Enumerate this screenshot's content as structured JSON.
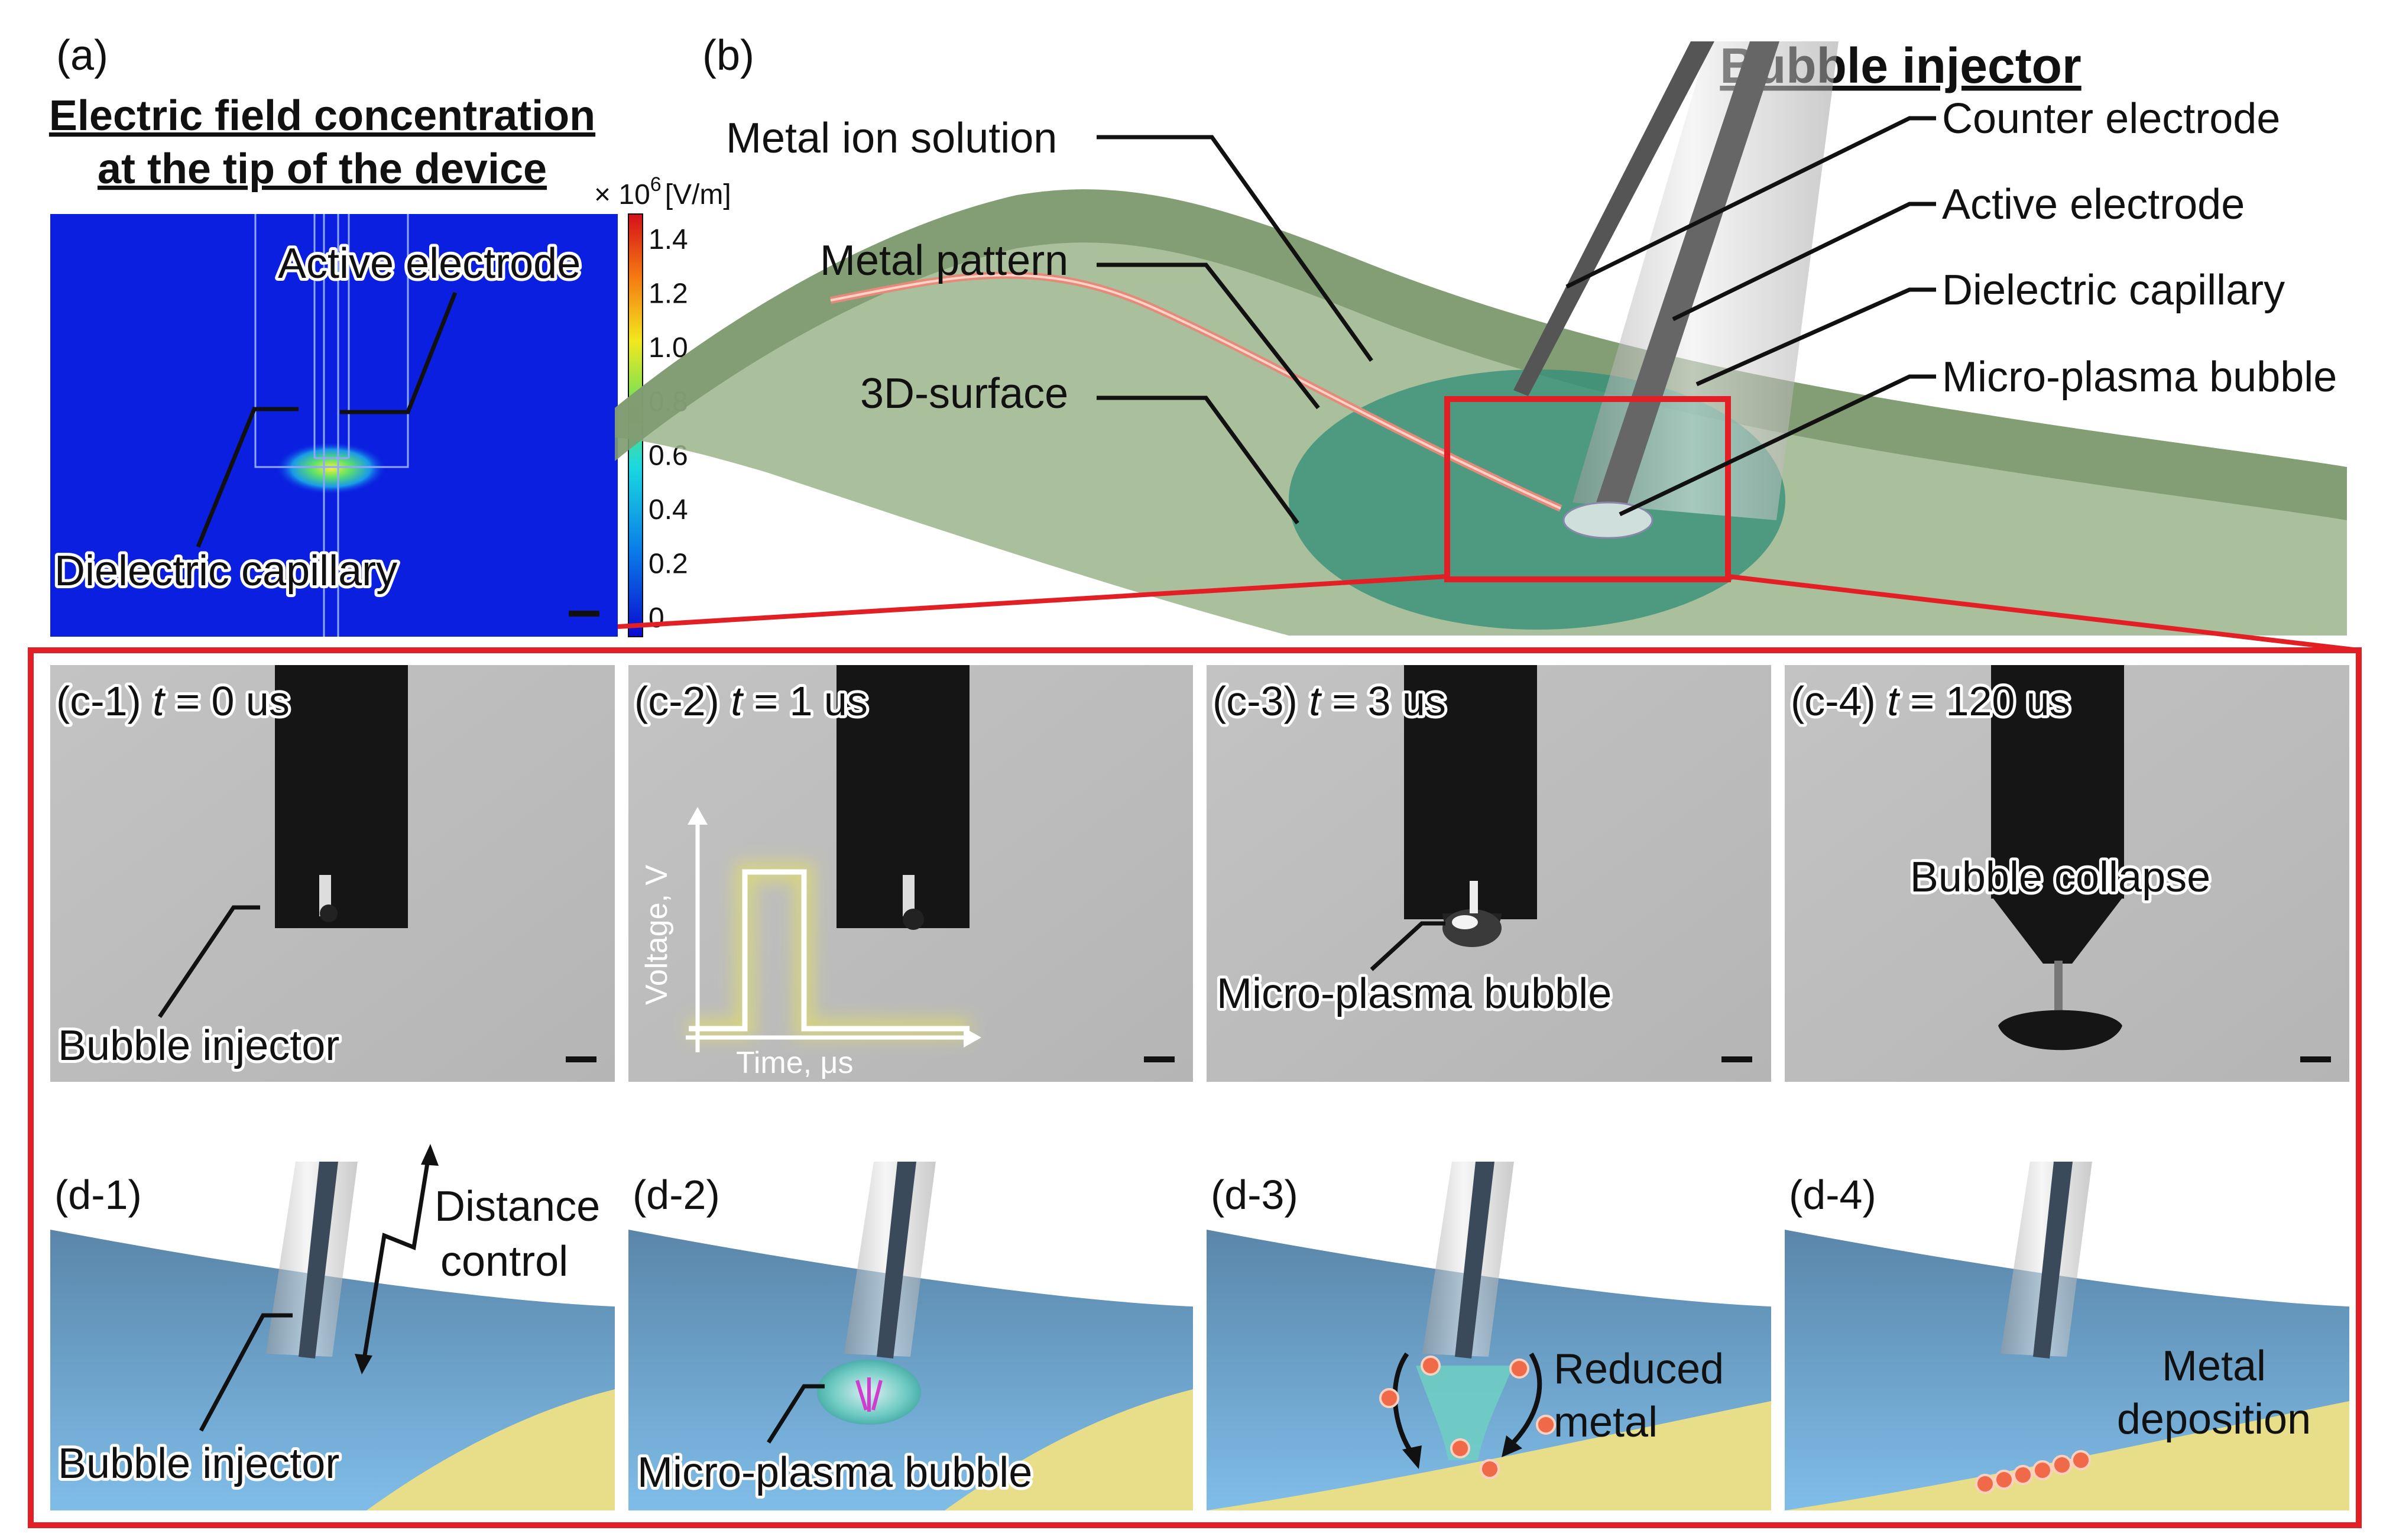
{
  "panel_a": {
    "label": "(a)",
    "title_line1": "Electric field concentration",
    "title_line2": "at the tip of the device",
    "active_electrode": "Active electrode",
    "dielectric_capillary": "Dielectric capillary",
    "colorbar": {
      "unit_prefix": "× 10",
      "unit_exp": "6",
      "unit": "[V/m]",
      "ticks": [
        "1.4",
        "1.2",
        "1.0",
        "0.8",
        "0.6",
        "0.4",
        "0.2",
        "0"
      ]
    }
  },
  "panel_b": {
    "label": "(b)",
    "title": "Bubble injector",
    "metal_ion_solution": "Metal ion solution",
    "metal_pattern": "Metal pattern",
    "surface_3d": "3D-surface",
    "counter_electrode": "Counter electrode",
    "active_electrode": "Active electrode",
    "dielectric_capillary": "Dielectric capillary",
    "micro_plasma_bubble": "Micro-plasma bubble"
  },
  "panel_c": [
    {
      "id": "(c-1)",
      "t": "t",
      "time": " = 0 us",
      "annotation": "Bubble injector"
    },
    {
      "id": "(c-2)",
      "t": "t",
      "time": " = 1 us",
      "ylabel": "Voltage, V",
      "xlabel": "Time, μs"
    },
    {
      "id": "(c-3)",
      "t": "t",
      "time": " = 3 us",
      "annotation": "Micro-plasma bubble"
    },
    {
      "id": "(c-4)",
      "t": "t",
      "time": " = 120 us",
      "annotation": "Bubble collapse"
    }
  ],
  "panel_d": [
    {
      "id": "(d-1)",
      "annotation": "Bubble injector",
      "extra1": "Distance",
      "extra2": "control"
    },
    {
      "id": "(d-2)",
      "annotation": "Micro-plasma bubble"
    },
    {
      "id": "(d-3)",
      "line1": "Reduced",
      "line2": "metal"
    },
    {
      "id": "(d-4)",
      "line1": "Metal",
      "line2": "deposition"
    }
  ],
  "colors": {
    "highlight_red": "#e31f26",
    "field_blue": "#0a1fe0",
    "surface_green": "#8aa27c",
    "solution_teal": "#2e8a78",
    "metal_line": "#e58a7a",
    "liquid_blue": "#78b3e0",
    "substrate_yellow": "#e8de8a",
    "pulse_yellow": "#f4ef40",
    "particle_orange": "#f06a4a"
  }
}
